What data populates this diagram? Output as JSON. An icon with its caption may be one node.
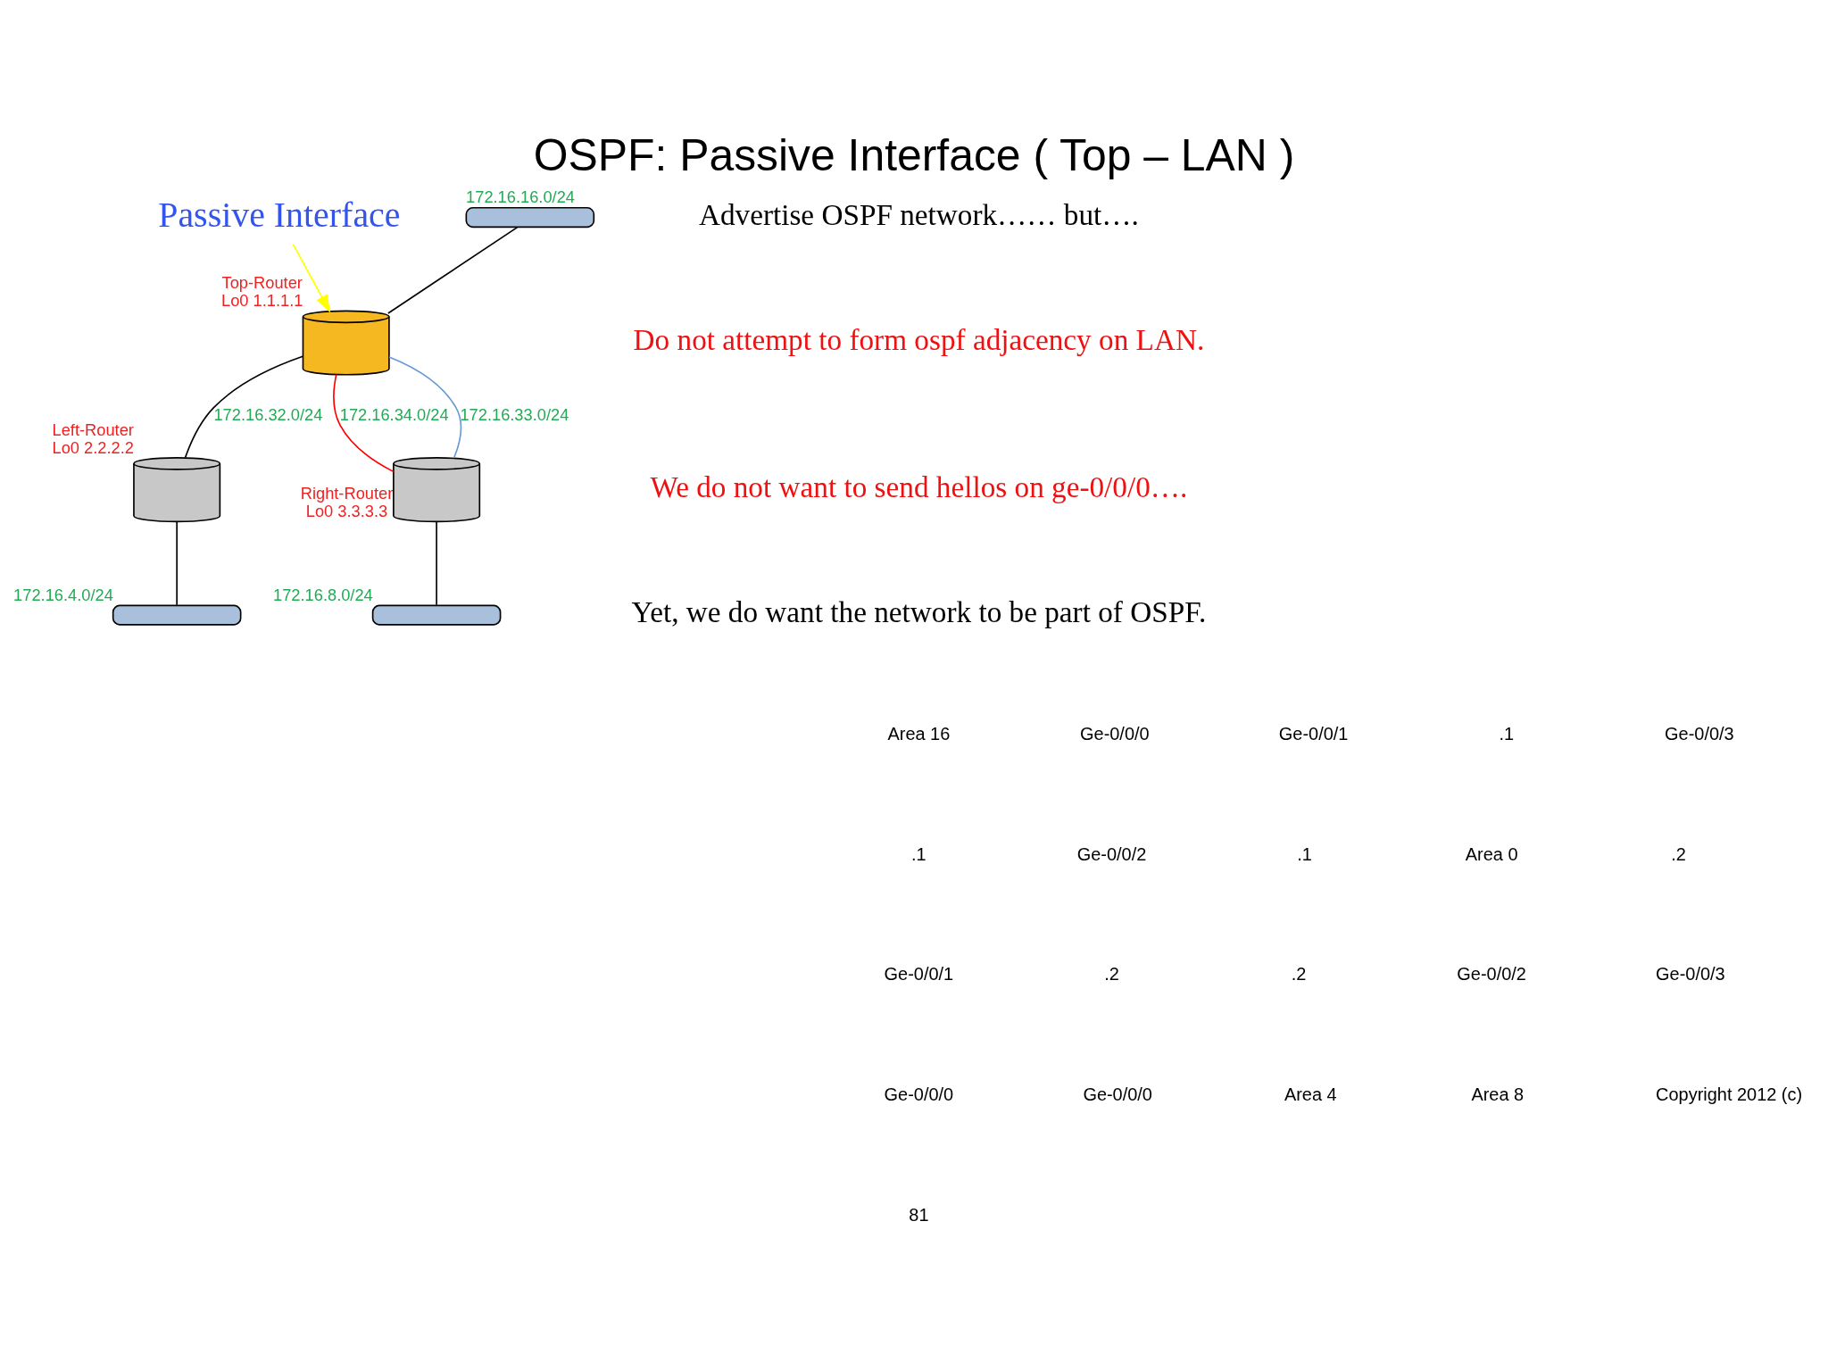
{
  "diagram": {
    "title": "OSPF: Passive Interface ( Top – LAN )",
    "nodes": [
      {
        "text": [
          "Passive Interface"
        ]
      },
      {
        "text": [],
        "shape": "bar",
        "beside": [
          "172.16.16.0/24"
        ]
      },
      {
        "text": [],
        "shape": "cylinder",
        "beside": [
          "Top-Router",
          "Lo0 1.1.1.1"
        ]
      },
      {
        "text": [],
        "shape": "cylinder",
        "beside": [
          "Left-Router",
          "Lo0 2.2.2.2"
        ]
      },
      {
        "text": [],
        "shape": "cylinder",
        "beside": [
          "Right-Router",
          "Lo0 3.3.3.3"
        ]
      },
      {
        "text": [],
        "shape": "bar",
        "beside": [
          "172.16.4.0/24"
        ]
      },
      {
        "text": [],
        "shape": "bar",
        "beside": [
          "172.16.8.0/24"
        ]
      }
    ],
    "edges": [
      {
        "from": 0,
        "to": 2,
        "arrow": "to",
        "color": "#ffff00"
      },
      {
        "from": 1,
        "to": 2,
        "arrow": "none"
      },
      {
        "from": 2,
        "to": 3,
        "arrow": "none",
        "label": "172.16.32.0/24"
      },
      {
        "from": 2,
        "to": 4,
        "arrow": "none",
        "label": "172.16.34.0/24",
        "color": "#ff0000"
      },
      {
        "from": 2,
        "to": 4,
        "arrow": "none",
        "label": "172.16.33.0/24",
        "color": "#6a9ad4"
      },
      {
        "from": 3,
        "to": 5,
        "arrow": "none"
      },
      {
        "from": 4,
        "to": 6,
        "arrow": "none"
      }
    ],
    "labels": [
      "Advertise OSPF network…… but….",
      "Do not attempt to form ospf adjacency on LAN.",
      "We do not want to send hellos on ge-0/0/0….",
      "Yet, we do want the network to be part of OSPF.",
      "Area 16",
      "Ge-0/0/0",
      "Ge-0/0/1",
      ".1",
      "Ge-0/0/3",
      ".1",
      "Ge-0/0/2",
      ".1",
      "Area 0",
      ".2",
      "Ge-0/0/1",
      ".2",
      ".2",
      "Ge-0/0/2",
      "Ge-0/0/3",
      "Ge-0/0/0",
      "Ge-0/0/0",
      "Area 4",
      "Area 8",
      "Copyright 2012 (c)",
      "81"
    ]
  }
}
